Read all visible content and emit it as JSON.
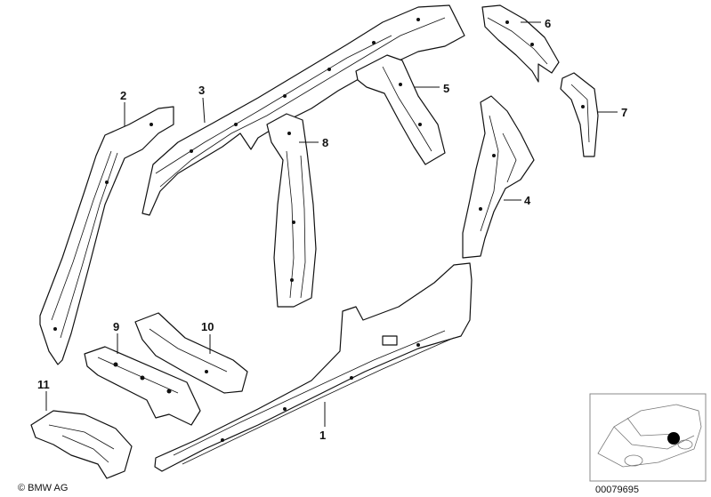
{
  "callouts": [
    "1",
    "2",
    "3",
    "4",
    "5",
    "6",
    "7",
    "8",
    "9",
    "10",
    "11"
  ],
  "brand": {
    "copyright": "© BMW AG"
  },
  "diagram_number": "00079695",
  "thumbnail": {
    "marker_color": "#000000"
  }
}
